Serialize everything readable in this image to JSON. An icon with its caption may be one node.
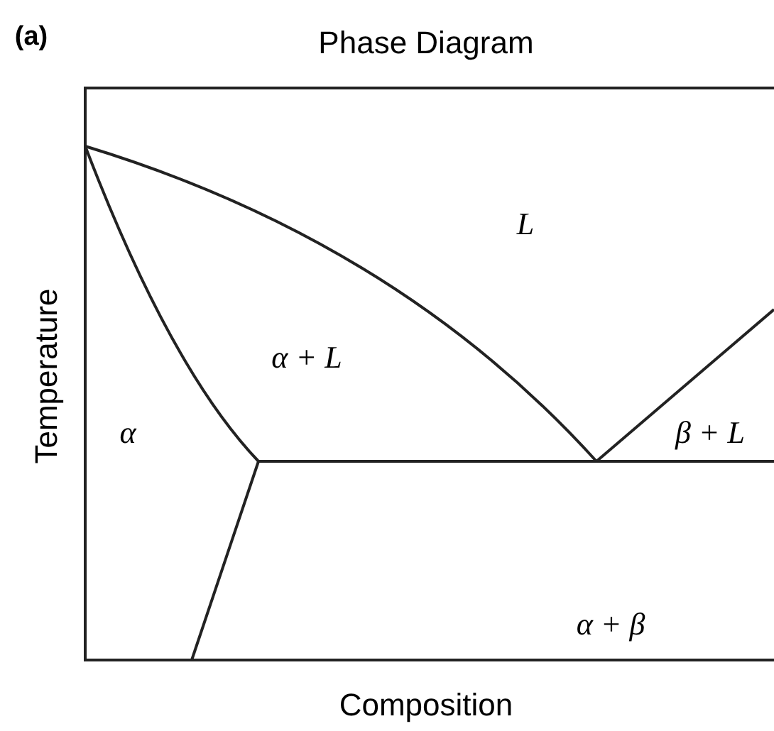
{
  "diagram": {
    "title": "Phase Diagram",
    "labels": [
      "(a)",
      "L",
      "α + L",
      "α",
      "β + L",
      "α + β",
      "Temperature",
      "Composition"
    ]
  }
}
